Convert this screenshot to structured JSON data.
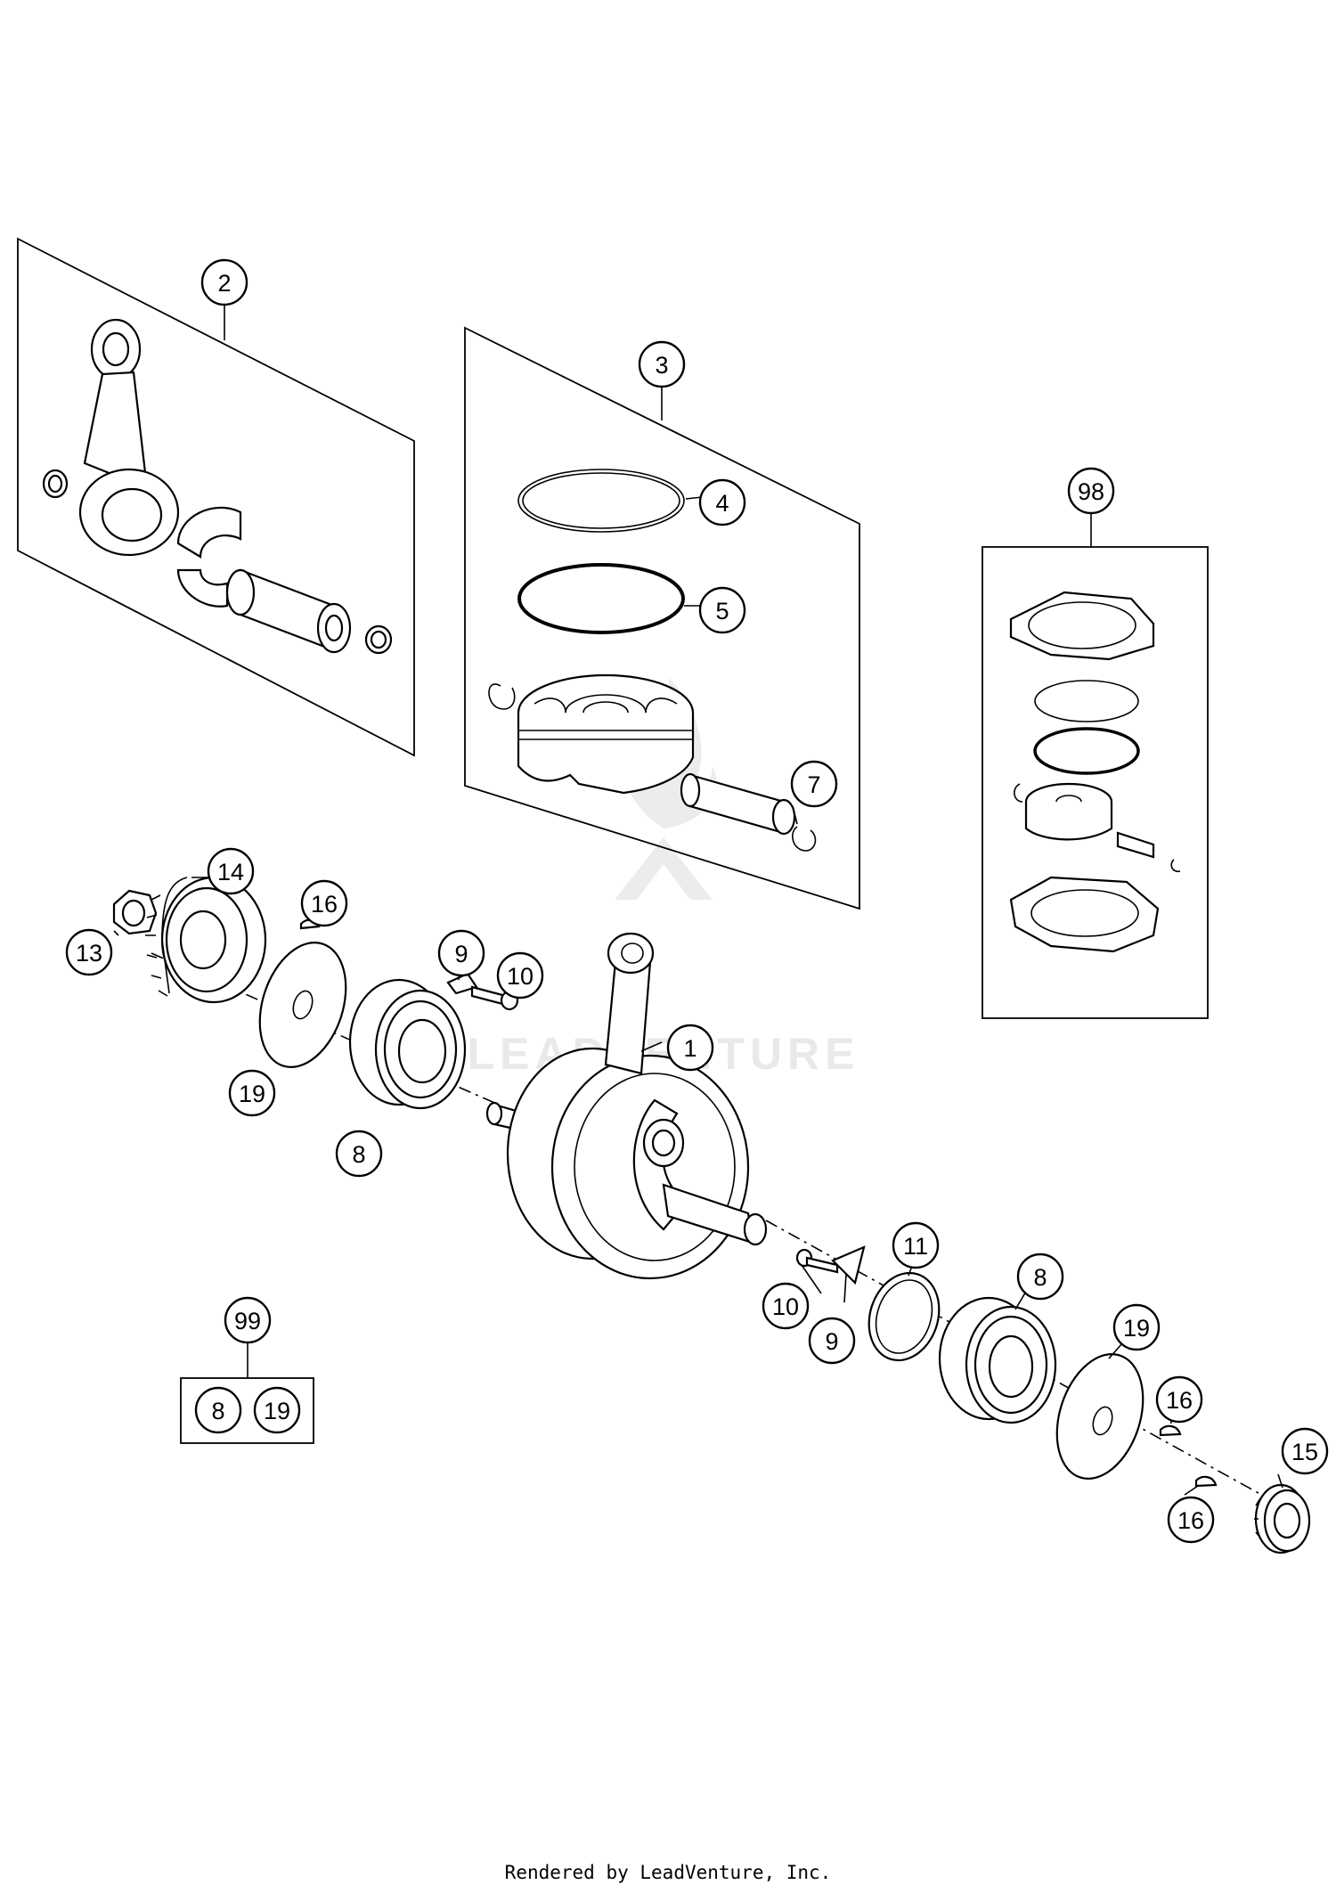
{
  "callouts": {
    "c1": "1",
    "c2": "2",
    "c3": "3",
    "c4": "4",
    "c5": "5",
    "c7": "7",
    "c8a": "8",
    "c8b": "8",
    "c8c": "8",
    "c9a": "9",
    "c9b": "9",
    "c10a": "10",
    "c10b": "10",
    "c11": "11",
    "c13": "13",
    "c14": "14",
    "c15": "15",
    "c16a": "16",
    "c16b": "16",
    "c16c": "16",
    "c19a": "19",
    "c19b": "19",
    "c19c": "19",
    "c98": "98",
    "c99": "99"
  },
  "watermark": {
    "text": "LEADVENTURE"
  },
  "footer": {
    "text": "Rendered by LeadVenture, Inc."
  }
}
